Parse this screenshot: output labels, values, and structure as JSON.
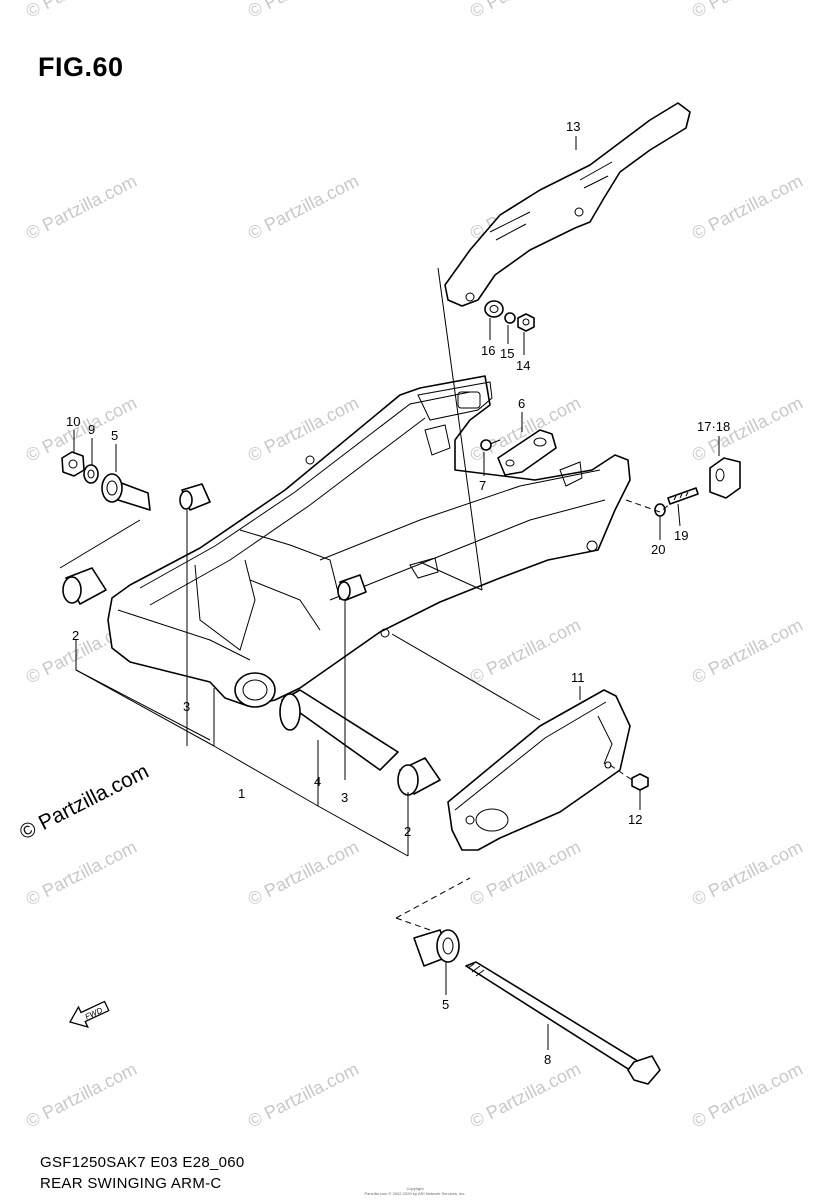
{
  "figure": {
    "title": "FIG.60",
    "model_code": "GSF1250SAK7 E03 E28_060",
    "caption": "REAR SWINGING ARM-C",
    "copyright_line1": "Copyright",
    "copyright_line2": "Partzilla.com © 2002-2020 by ARI Network Services, Inc."
  },
  "watermark": {
    "text": "© Partzilla.com"
  },
  "fwd_arrow": {
    "label": "FWD"
  },
  "callouts": [
    {
      "id": "c13",
      "label": "13"
    },
    {
      "id": "c16",
      "label": "16"
    },
    {
      "id": "c15",
      "label": "15"
    },
    {
      "id": "c14",
      "label": "14"
    },
    {
      "id": "c10",
      "label": "10"
    },
    {
      "id": "c9",
      "label": "9"
    },
    {
      "id": "c5a",
      "label": "5"
    },
    {
      "id": "c6",
      "label": "6"
    },
    {
      "id": "c7",
      "label": "7"
    },
    {
      "id": "c1718",
      "label": "17·18"
    },
    {
      "id": "c20",
      "label": "20"
    },
    {
      "id": "c19",
      "label": "19"
    },
    {
      "id": "c2a",
      "label": "2"
    },
    {
      "id": "c3a",
      "label": "3"
    },
    {
      "id": "c1",
      "label": "1"
    },
    {
      "id": "c4",
      "label": "4"
    },
    {
      "id": "c3b",
      "label": "3"
    },
    {
      "id": "c2b",
      "label": "2"
    },
    {
      "id": "c11",
      "label": "11"
    },
    {
      "id": "c12",
      "label": "12"
    },
    {
      "id": "c5b",
      "label": "5"
    },
    {
      "id": "c8",
      "label": "8"
    }
  ]
}
